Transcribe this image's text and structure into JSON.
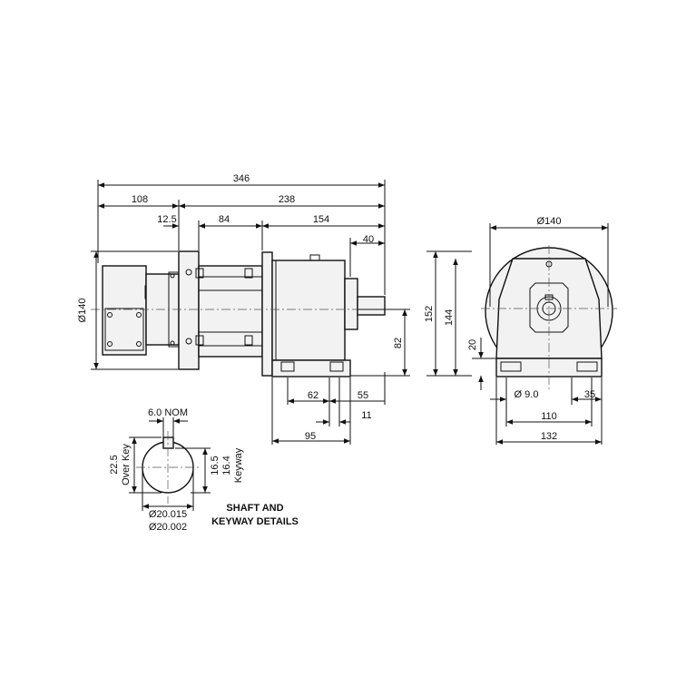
{
  "dimensions": {
    "overall_length": "346",
    "d108": "108",
    "d238": "238",
    "d12_5": "12.5",
    "d84": "84",
    "d154": "154",
    "d40": "40",
    "dia140_left": "Ø140",
    "dia140_right": "Ø140",
    "h152": "152",
    "h144": "144",
    "h82": "82",
    "h20": "20",
    "d62": "62",
    "d55": "55",
    "d11": "11",
    "d95": "95",
    "hole_dia": "Ø 9.0",
    "d35": "35",
    "d110": "110",
    "d132": "132"
  },
  "shaft_detail": {
    "key_width": "6.0 NOM",
    "over_key_value": "22.5",
    "over_key_label": "Over Key",
    "keyway_value_1": "16.5",
    "keyway_value_2": "16.4",
    "keyway_label": "Keyway",
    "shaft_dia_1": "Ø20.015",
    "shaft_dia_2": "Ø20.002",
    "title_line1": "SHAFT AND",
    "title_line2": "KEYWAY DETAILS"
  }
}
